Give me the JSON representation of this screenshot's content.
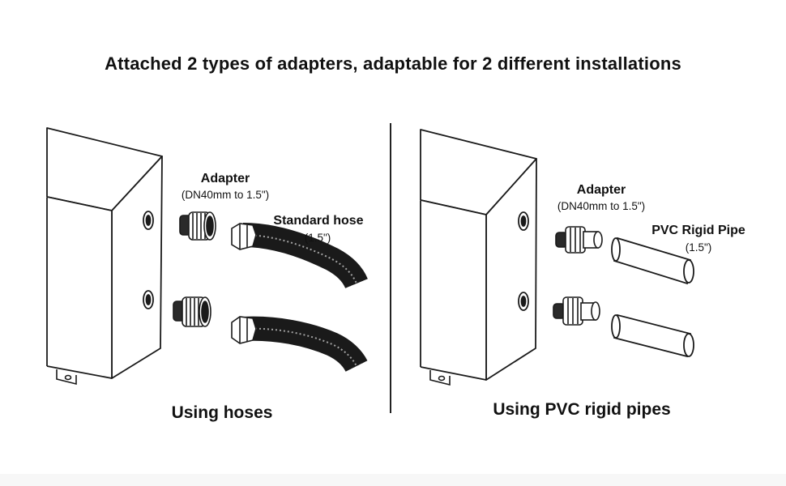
{
  "title": "Attached 2 types of adapters, adaptable for 2 different installations",
  "left_panel": {
    "adapter_label": "Adapter",
    "adapter_spec": "(DN40mm to 1.5\")",
    "hose_label": "Standard hose",
    "hose_spec": "(1.5\")",
    "caption": "Using hoses"
  },
  "right_panel": {
    "adapter_label": "Adapter",
    "adapter_spec": "(DN40mm to 1.5\")",
    "pipe_label": "PVC Rigid Pipe",
    "pipe_spec": "(1.5\")",
    "caption": "Using PVC rigid pipes"
  },
  "colors": {
    "line": "#1a1a1a",
    "background": "#ffffff"
  }
}
